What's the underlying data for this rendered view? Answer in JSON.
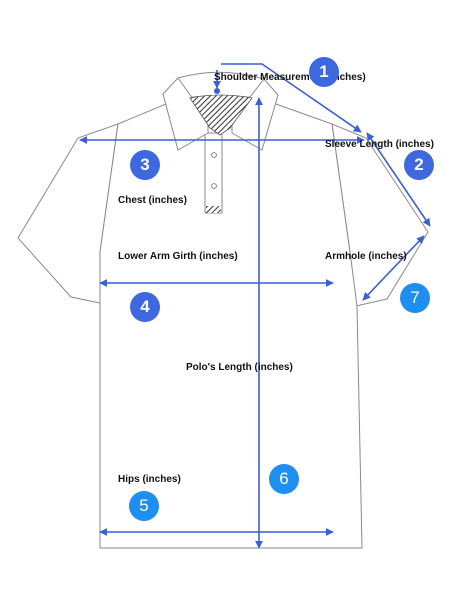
{
  "colors": {
    "arrow": "#3a5fd6",
    "badge_dark": "#3d68e0",
    "badge_light": "#1e8ef0",
    "outline": "#8a8a8a"
  },
  "labels": {
    "shoulder": "Shoulder Measurement (inches)",
    "sleeve": "Sleeve Length (inches)",
    "chest": "Chest (inches)",
    "lower_arm": "Lower Arm Girth (inches)",
    "armhole": "Armhole (inches)",
    "polo_length": "Polo's Length (inches)",
    "hips": "Hips (inches)"
  },
  "badges": {
    "b1": "1",
    "b2": "2",
    "b3": "3",
    "b4": "4",
    "b5": "5",
    "b6": "6",
    "b7": "7"
  }
}
